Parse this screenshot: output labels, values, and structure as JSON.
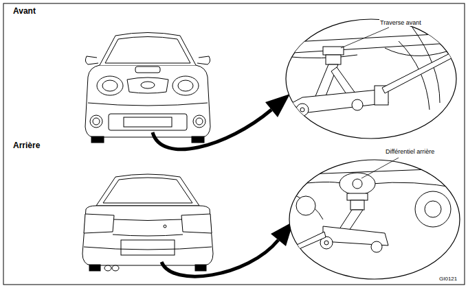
{
  "diagram": {
    "labels": [
      "Avant",
      "Traverse avant",
      "Arrière",
      "Différentiel arrière",
      "GI0121"
    ]
  }
}
